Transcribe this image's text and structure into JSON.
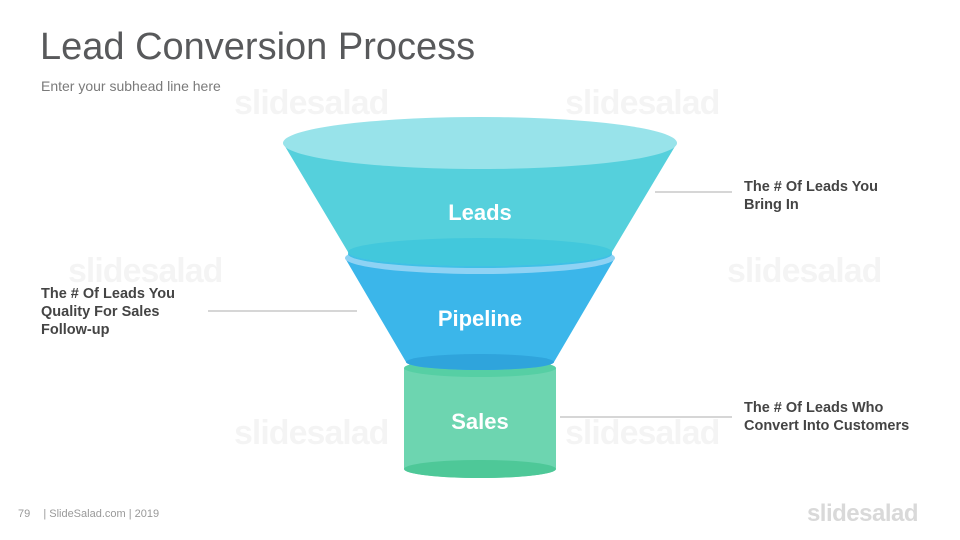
{
  "title": "Lead Conversion Process",
  "subtitle": "Enter your subhead line here",
  "stages": [
    {
      "label": "Leads",
      "color": "#55d0dc"
    },
    {
      "label": "Pipeline",
      "color": "#3bb6ea"
    },
    {
      "label": "Sales",
      "color": "#6dd5b0"
    }
  ],
  "callouts": {
    "leads": "The # Of Leads You\nBring In",
    "pipeline": "The # Of Leads You\nQuality For Sales\nFollow-up",
    "sales": "The # Of Leads Who\nConvert Into Customers"
  },
  "footer": {
    "page_number": "79",
    "source": "| SlideSalad.com | 2019"
  },
  "brand": "slidesalad",
  "watermark": "slidesalad"
}
